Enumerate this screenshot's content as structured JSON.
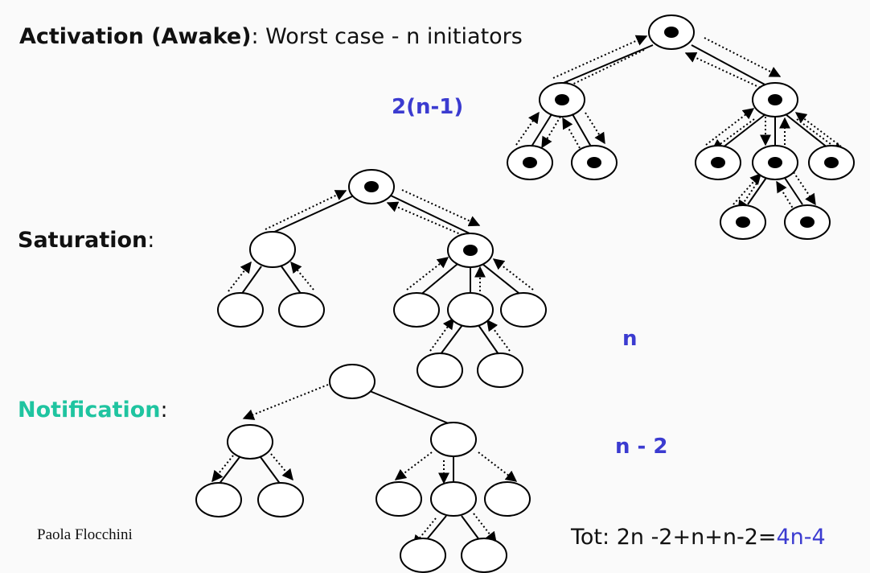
{
  "activation": {
    "label": "Activation (Awake)",
    "rest": ": Worst case - n initiators",
    "count": "2(n-1)"
  },
  "saturation": {
    "label": "Saturation",
    "colon": ":",
    "count": "n"
  },
  "notification": {
    "label": "Notification",
    "colon": ":",
    "count": "n - 2"
  },
  "author": "Paola Flocchini",
  "total": {
    "prefix": "Tot: 2n -2+n+n-2=",
    "result": "4n-4"
  },
  "colors": {
    "notification": "#1fc4a0",
    "count": "#3b3bd0",
    "node_fill": "#ffffff",
    "stroke": "#000000"
  }
}
